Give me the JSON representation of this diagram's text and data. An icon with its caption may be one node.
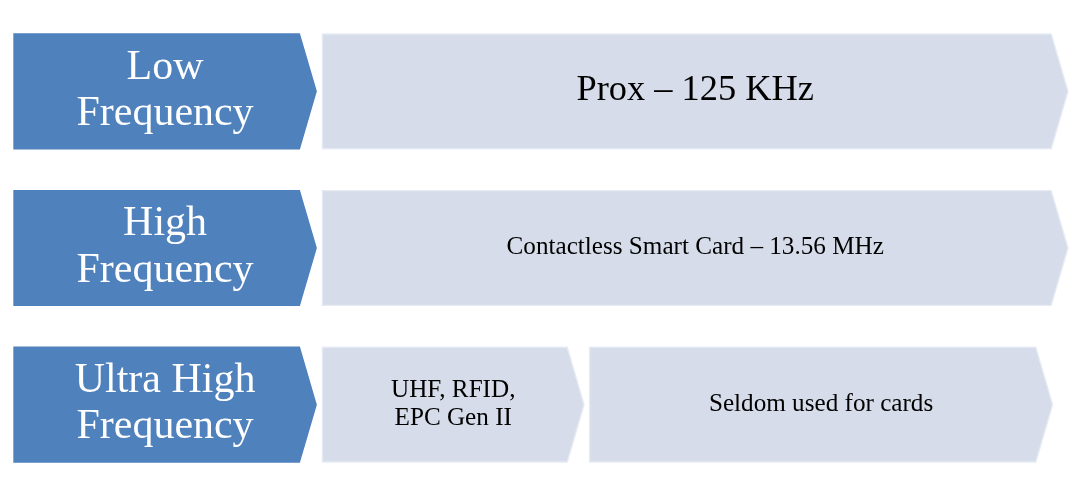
{
  "diagram": {
    "nodes": [
      {
        "text": [
          "Low Frequency"
        ]
      },
      {
        "text": [
          "Prox – 125 KHz"
        ]
      },
      {
        "text": [
          "High Frequency"
        ]
      },
      {
        "text": [
          "Contactless Smart Card – 13.56 MHz"
        ]
      },
      {
        "text": [
          "Ultra High Frequency"
        ]
      },
      {
        "text": [
          "UHF, RFID, EPC Gen II"
        ]
      },
      {
        "text": [
          "Seldom used for cards"
        ]
      }
    ]
  }
}
